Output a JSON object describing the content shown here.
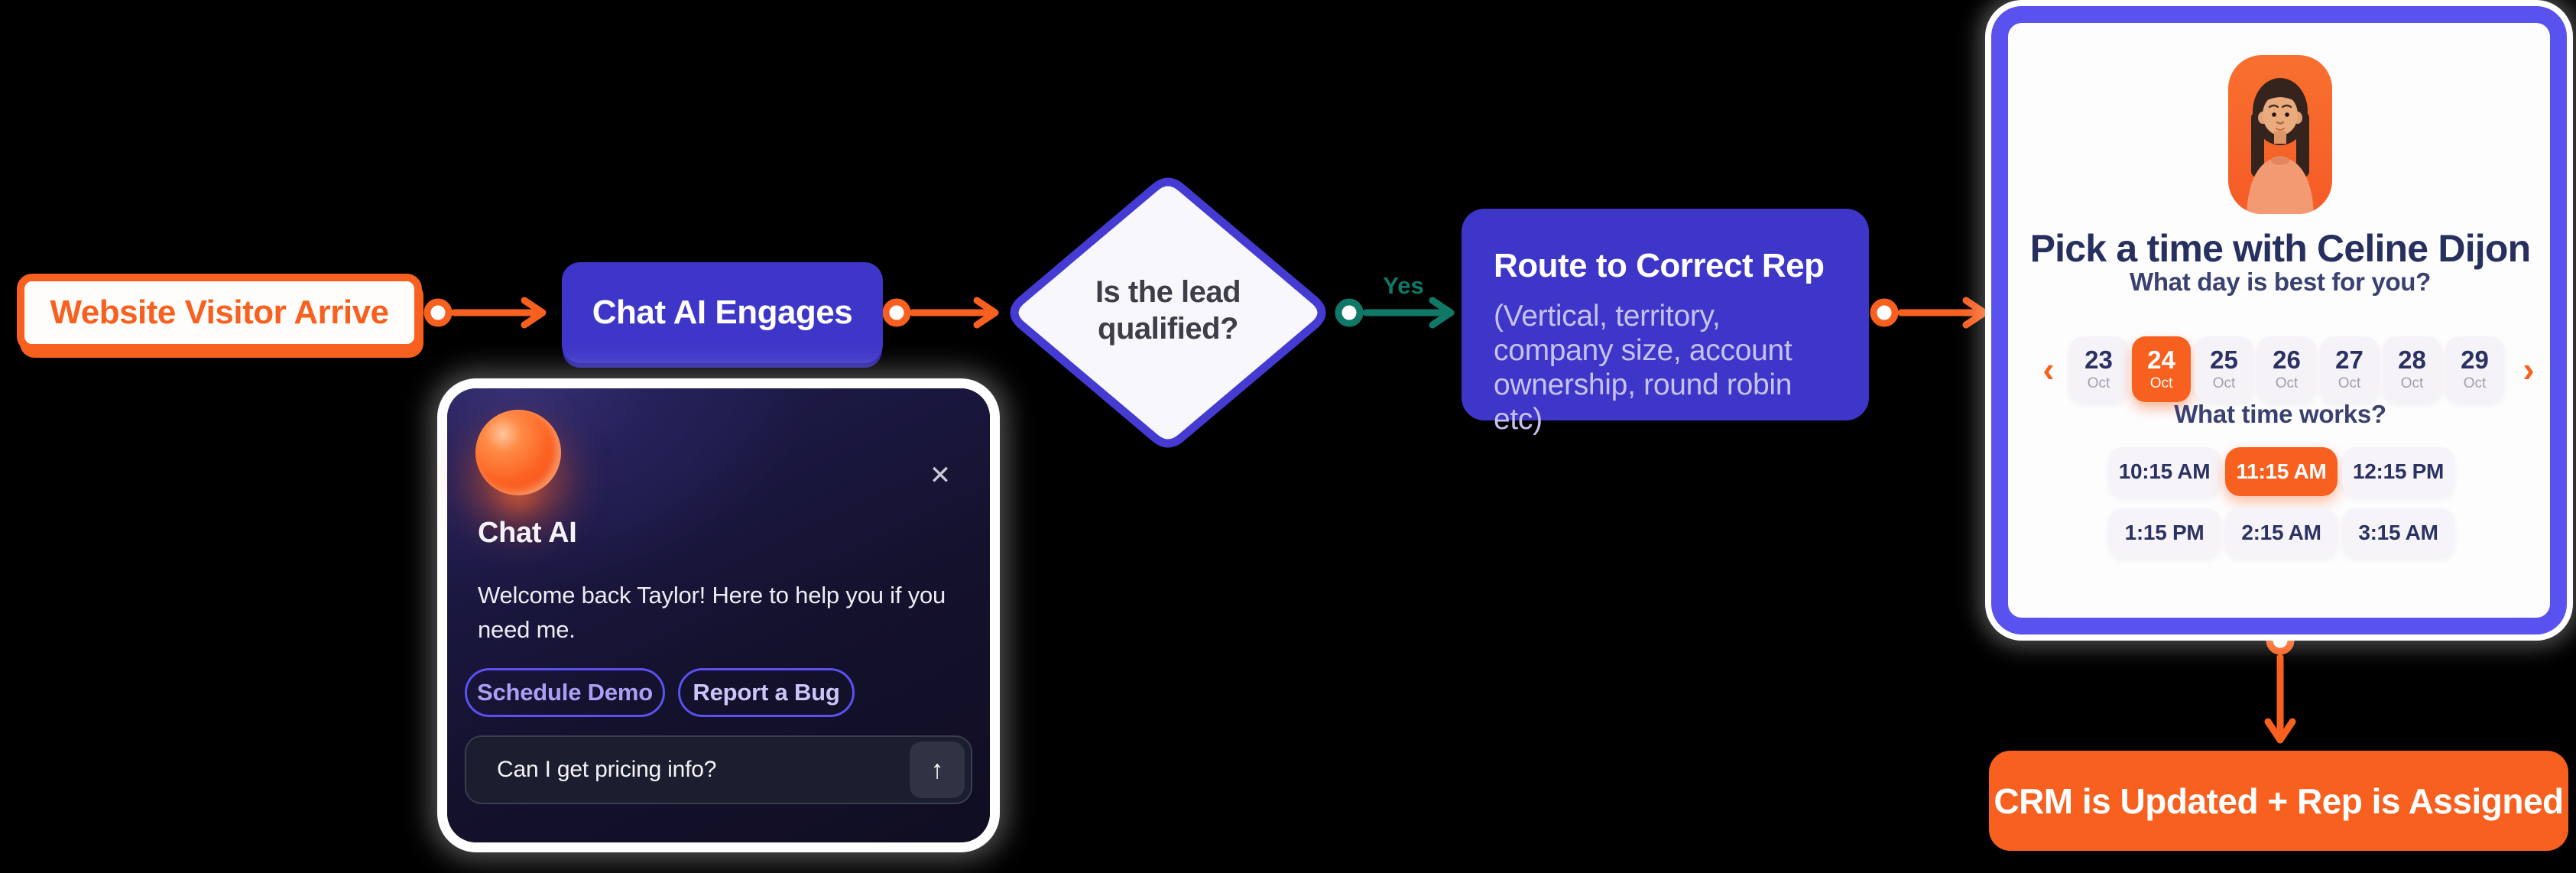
{
  "colors": {
    "background": "#000000",
    "accent_orange": "#F8601F",
    "accent_purple": "#3E36C9",
    "card_border_purple": "#5952EF",
    "diamond_border": "#453BD3",
    "teal_yes": "#0F7867",
    "navy_text": "#272F5E"
  },
  "flow": {
    "start": {
      "label": "Website Visitor Arrive"
    },
    "engage": {
      "label": "Chat AI Engages"
    },
    "decision": {
      "line1": "Is the lead",
      "line2": "qualified?"
    },
    "yes_label": "Yes",
    "route": {
      "title": "Route to Correct Rep",
      "subtitle": "(Vertical, territory, company size, account ownership, round robin etc)"
    },
    "crm": {
      "label": "CRM is Updated + Rep is Assigned"
    }
  },
  "chat_widget": {
    "title": "Chat AI",
    "close_icon": "✕",
    "message": "Welcome back Taylor! Here to help you if you need me.",
    "quick_replies": [
      {
        "label": "Schedule Demo"
      },
      {
        "label": "Report a Bug"
      }
    ],
    "input": {
      "value": "Can I get pricing info?",
      "send_icon": "↑"
    }
  },
  "scheduler": {
    "title": "Pick a time with Celine Dijon",
    "day_question": "What day is best for you?",
    "prev_icon": "‹",
    "next_icon": "›",
    "days": [
      {
        "day": "23",
        "month": "Oct",
        "selected": false
      },
      {
        "day": "24",
        "month": "Oct",
        "selected": true
      },
      {
        "day": "25",
        "month": "Oct",
        "selected": false
      },
      {
        "day": "26",
        "month": "Oct",
        "selected": false
      },
      {
        "day": "27",
        "month": "Oct",
        "selected": false
      },
      {
        "day": "28",
        "month": "Oct",
        "selected": false
      },
      {
        "day": "29",
        "month": "Oct",
        "selected": false
      }
    ],
    "time_question": "What time works?",
    "times": [
      {
        "label": "10:15 AM",
        "selected": false
      },
      {
        "label": "11:15 AM",
        "selected": true
      },
      {
        "label": "12:15 PM",
        "selected": false
      },
      {
        "label": "1:15 PM",
        "selected": false
      },
      {
        "label": "2:15 AM",
        "selected": false
      },
      {
        "label": "3:15 AM",
        "selected": false
      }
    ]
  }
}
